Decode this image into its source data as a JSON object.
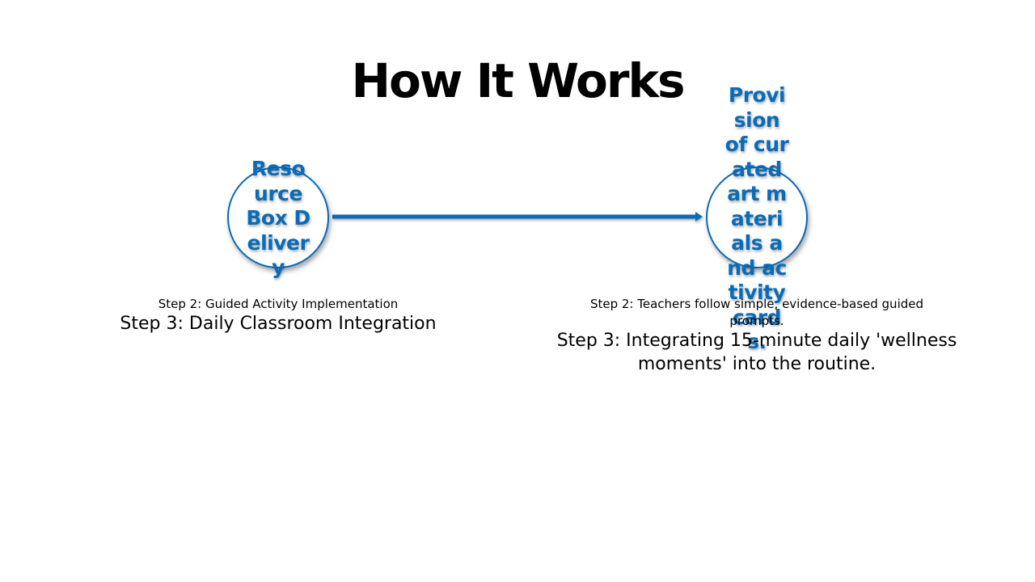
{
  "slide": {
    "title": "How It Works"
  },
  "colors": {
    "accent": "#0a6bb8",
    "text": "#000000",
    "background": "#ffffff"
  },
  "nodes": [
    {
      "label": "Resource Box Delivery",
      "step_small": "Step 2: Guided Activity Implementation",
      "step_large": "Step 3: Daily Classroom Integration"
    },
    {
      "label": "Provision of curated art materials and activity cards.",
      "step_small": "Step 2: Teachers follow simple, evidence-based guided prompts.",
      "step_large": "Step 3: Integrating 15-minute daily 'wellness moments' into the routine."
    }
  ]
}
